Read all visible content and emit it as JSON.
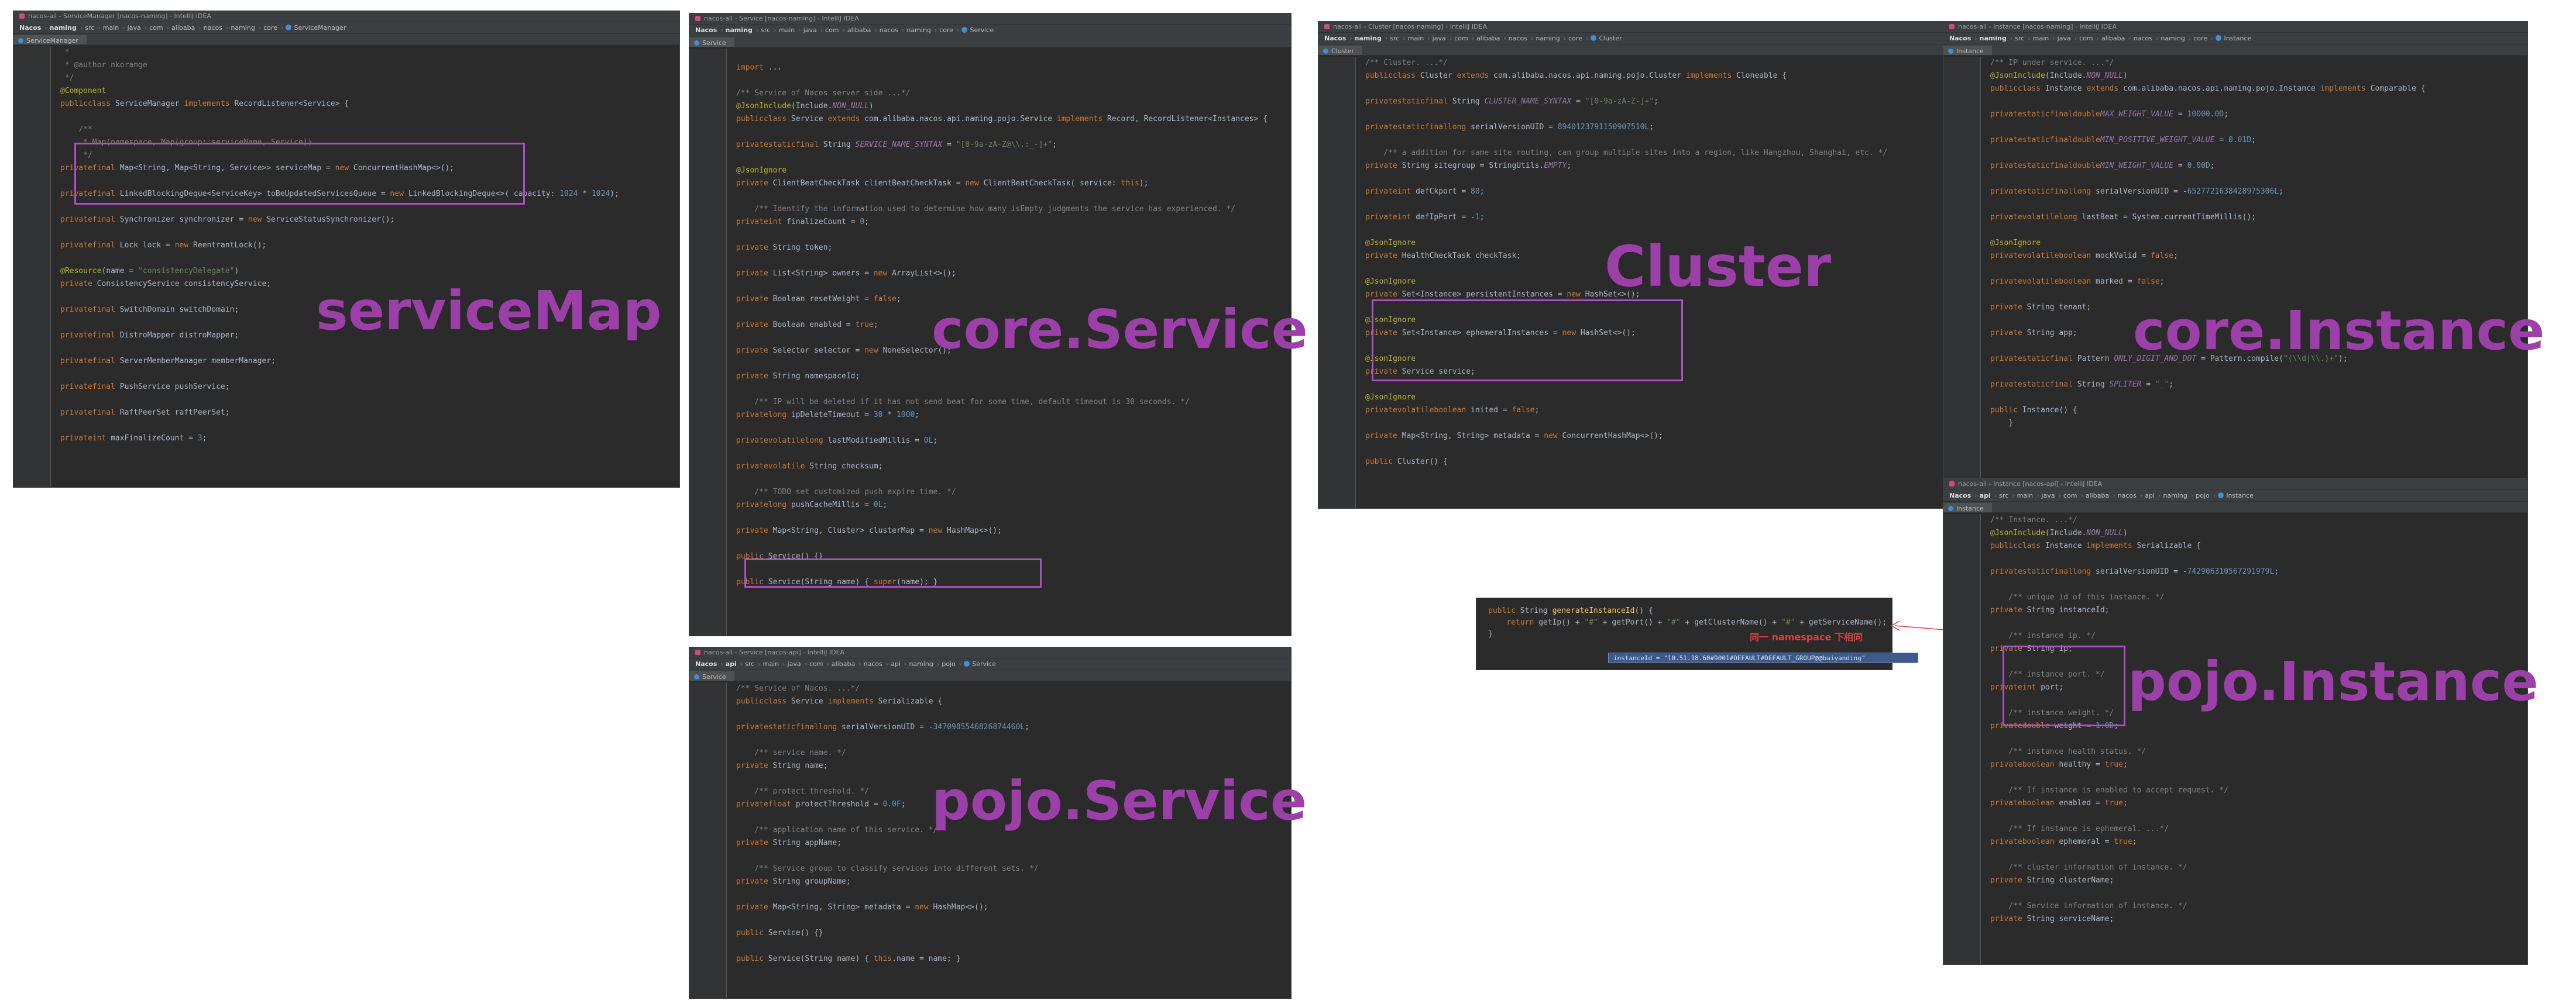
{
  "windows": [
    {
      "id": "service-manager",
      "title": "nacos-all - ServiceManager [nacos-naming] - IntelliJ IDEA",
      "breadcrumb": [
        "Nacos",
        "naming",
        "src",
        "main",
        "java",
        "com",
        "alibaba",
        "nacos",
        "naming",
        "core",
        "ServiceManager"
      ],
      "tab": "ServiceManager",
      "label": "serviceMap",
      "lines": [
        " * ",
        " * @author nkorange",
        " */",
        "@Component",
        "public class ServiceManager implements RecordListener<Service> {",
        "",
        "    /**",
        "     * Map(namespace, Map(group::serviceName, Service)).",
        "     */",
        "    private final Map<String, Map<String, Service>> serviceMap = new ConcurrentHashMap<>();",
        "",
        "    private final LinkedBlockingDeque<ServiceKey> toBeUpdatedServicesQueue = new LinkedBlockingDeque<>( capacity: 1024 * 1024);",
        "",
        "    private final Synchronizer synchronizer = new ServiceStatusSynchronizer();",
        "",
        "    private final Lock lock = new ReentrantLock();",
        "",
        "    @Resource(name = \"consistencyDelegate\")",
        "    private ConsistencyService consistencyService;",
        "",
        "    private final SwitchDomain switchDomain;",
        "",
        "    private final DistroMapper distroMapper;",
        "",
        "    private final ServerMemberManager memberManager;",
        "",
        "    private final PushService pushService;",
        "",
        "    private final RaftPeerSet raftPeerSet;",
        "",
        "    private int maxFinalizeCount = 3;"
      ]
    },
    {
      "id": "core-service",
      "title": "nacos-all - Service [nacos-naming] - IntelliJ IDEA",
      "breadcrumb": [
        "Nacos",
        "naming",
        "src",
        "main",
        "java",
        "com",
        "alibaba",
        "nacos",
        "naming",
        "core",
        "Service"
      ],
      "tab": "Service",
      "label": "core.Service",
      "lines": [
        "",
        "import ...",
        "",
        "/** Service of Nacos server side ...*/",
        "@JsonInclude(Include.NON_NULL)",
        "public class Service extends com.alibaba.nacos.api.naming.pojo.Service implements Record, RecordListener<Instances> {",
        "",
        "    private static final String SERVICE_NAME_SYNTAX = \"[0-9a-zA-Z@\\\\.:_-]+\";",
        "",
        "    @JsonIgnore",
        "    private ClientBeatCheckTask clientBeatCheckTask = new ClientBeatCheckTask( service: this);",
        "",
        "    /** Identify the information used to determine how many isEmpty judgments the service has experienced. */",
        "    private int finalizeCount = 0;",
        "",
        "    private String token;",
        "",
        "    private List<String> owners = new ArrayList<>();",
        "",
        "    private Boolean resetWeight = false;",
        "",
        "    private Boolean enabled = true;",
        "",
        "    private Selector selector = new NoneSelector();",
        "",
        "    private String namespaceId;",
        "",
        "    /** IP will be deleted if it has not send beat for some time, default timeout is 30 seconds. */",
        "    private long ipDeleteTimeout = 30 * 1000;",
        "",
        "    private volatile long lastModifiedMillis = 0L;",
        "",
        "    private volatile String checksum;",
        "",
        "    /** TODO set customized push expire time. */",
        "    private long pushCacheMillis = 0L;",
        "",
        "    private Map<String, Cluster> clusterMap = new HashMap<>();",
        "",
        "    public Service() {}",
        "",
        "    public Service(String name) { super(name); }"
      ]
    },
    {
      "id": "pojo-service",
      "title": "nacos-all - Service [nacos-api] - IntelliJ IDEA",
      "breadcrumb": [
        "Nacos",
        "api",
        "src",
        "main",
        "java",
        "com",
        "alibaba",
        "nacos",
        "api",
        "naming",
        "pojo",
        "Service"
      ],
      "tab": "Service",
      "label": "pojo.Service",
      "lines": [
        "/** Service of Nacos. ...*/",
        "public class Service implements Serializable {",
        "",
        "    private static final long serialVersionUID = -3470985546826874460L;",
        "",
        "    /** service name. */",
        "    private String name;",
        "",
        "    /** protect threshold. */",
        "    private float protectThreshold = 0.0F;",
        "",
        "    /** application name of this service. */",
        "    private String appName;",
        "",
        "    /** Service group to classify services into different sets. */",
        "    private String groupName;",
        "",
        "    private Map<String, String> metadata = new HashMap<>();",
        "",
        "    public Service() {}",
        "",
        "    public Service(String name) { this.name = name; }"
      ]
    },
    {
      "id": "cluster",
      "title": "nacos-all - Cluster [nacos-naming] - IntelliJ IDEA",
      "breadcrumb": [
        "Nacos",
        "naming",
        "src",
        "main",
        "java",
        "com",
        "alibaba",
        "nacos",
        "naming",
        "core",
        "Cluster"
      ],
      "tab": "Cluster",
      "label": "Cluster",
      "lines": [
        "/** Cluster. ...*/",
        "public class Cluster extends com.alibaba.nacos.api.naming.pojo.Cluster implements Cloneable {",
        "",
        "    private static final String CLUSTER_NAME_SYNTAX = \"[0-9a-zA-Z-]+\";",
        "",
        "    private static final long serialVersionUID = 8940123791150907510L;",
        "",
        "    /** a addition for same site routing, can group multiple sites into a region, like Hangzhou, Shanghai, etc. */",
        "    private String sitegroup = StringUtils.EMPTY;",
        "",
        "    private int defCkport = 80;",
        "",
        "    private int defIpPort = -1;",
        "",
        "    @JsonIgnore",
        "    private HealthCheckTask checkTask;",
        "",
        "    @JsonIgnore",
        "    private Set<Instance> persistentInstances = new HashSet<>();",
        "",
        "    @JsonIgnore",
        "    private Set<Instance> ephemeralInstances = new HashSet<>();",
        "",
        "    @JsonIgnore",
        "    private Service service;",
        "",
        "    @JsonIgnore",
        "    private volatile boolean inited = false;",
        "",
        "    private Map<String, String> metadata = new ConcurrentHashMap<>();",
        "",
        "    public Cluster() {"
      ]
    },
    {
      "id": "core-instance",
      "title": "nacos-all - Instance [nacos-naming] - IntelliJ IDEA",
      "breadcrumb": [
        "Nacos",
        "naming",
        "src",
        "main",
        "java",
        "com",
        "alibaba",
        "nacos",
        "naming",
        "core",
        "Instance"
      ],
      "tab": "Instance",
      "label": "core.Instance",
      "lines": [
        "/** IP under service. ...*/",
        "@JsonInclude(Include.NON_NULL)",
        "public class Instance extends com.alibaba.nacos.api.naming.pojo.Instance implements Comparable {",
        "",
        "    private static final double MAX_WEIGHT_VALUE = 10000.0D;",
        "",
        "    private static final double MIN_POSITIVE_WEIGHT_VALUE = 0.01D;",
        "",
        "    private static final double MIN_WEIGHT_VALUE = 0.00D;",
        "",
        "    private static final long serialVersionUID = -6527721638428975306L;",
        "",
        "    private volatile long lastBeat = System.currentTimeMillis();",
        "",
        "    @JsonIgnore",
        "    private volatile boolean mockValid = false;",
        "",
        "    private volatile boolean marked = false;",
        "",
        "    private String tenant;",
        "",
        "    private String app;",
        "",
        "    private static final Pattern ONLY_DIGIT_AND_DOT = Pattern.compile(\"(\\\\d|\\\\.)+\");",
        "",
        "    private static final String SPLITER = \"_\";",
        "",
        "    public Instance() {",
        "    }"
      ]
    },
    {
      "id": "pojo-instance",
      "title": "nacos-all - Instance [nacos-api] - IntelliJ IDEA",
      "breadcrumb": [
        "Nacos",
        "api",
        "src",
        "main",
        "java",
        "com",
        "alibaba",
        "nacos",
        "api",
        "naming",
        "pojo",
        "Instance"
      ],
      "tab": "Instance",
      "label": "pojo.Instance",
      "lines": [
        "/** Instance. ...*/",
        "@JsonInclude(Include.NON_NULL)",
        "public class Instance implements Serializable {",
        "",
        "    private static final long serialVersionUID = -742906310567291979L;",
        "",
        "    /** unique id of this instance. */",
        "    private String instanceId;",
        "",
        "    /** instance ip. */",
        "    private String ip;",
        "",
        "    /** instance port. */",
        "    private int port;",
        "",
        "    /** instance weight. */",
        "    private double weight = 1.0D;",
        "",
        "    /** instance health status. */",
        "    private boolean healthy = true;",
        "",
        "    /** If instance is enabled to accept request. */",
        "    private boolean enabled = true;",
        "",
        "    /** If instance is ephemeral. ...*/",
        "    private boolean ephemeral = true;",
        "",
        "    /** cluster information of instance. */",
        "    private String clusterName;",
        "",
        "    /** Service information of instance. */",
        "    private String serviceName;"
      ]
    }
  ],
  "snippet": {
    "lines": [
      "public String generateInstanceId() {",
      "    return getIp() + \"#\" + getPort() + \"#\" + getClusterName() + \"#\" + getServiceName();",
      "}"
    ],
    "note": "同一 namespace 下相同",
    "tooltip": "instanceId = \"10.51.18.60#9001#DEFAULT#DEFAULT_GROUP@@baiyanding\""
  },
  "colors": {
    "highlight_box": "#b04fc4",
    "label_text": "#9c3fa8",
    "keyword": "#cc7832",
    "string": "#6a8759",
    "comment": "#808080",
    "field": "#9876aa",
    "annotation": "#bbb529",
    "number": "#6897bb",
    "note_red": "#e03c3c"
  }
}
